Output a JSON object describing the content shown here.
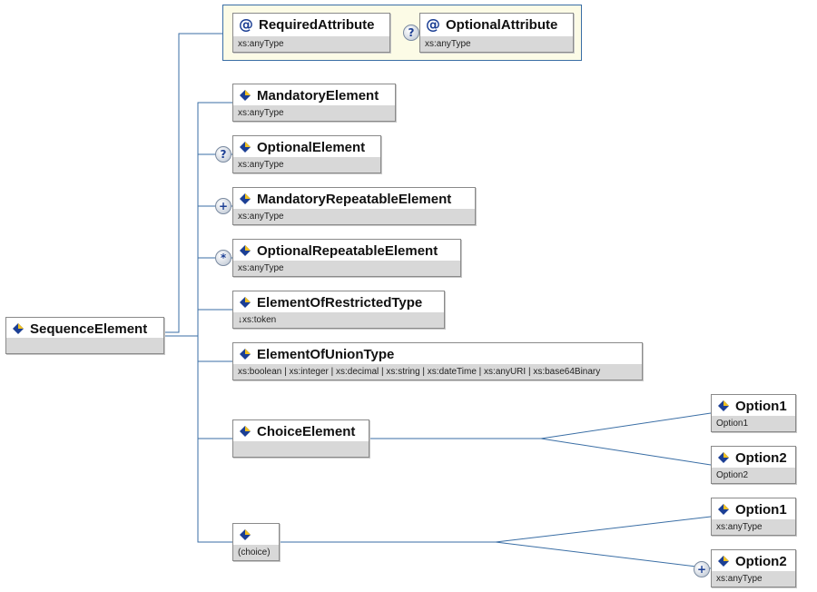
{
  "diagram": {
    "colors": {
      "connector": "#3a6ea5",
      "type_bar": "#d8d8d8",
      "attribute_panel": "#fcfbe6",
      "element_icon_blue": "#1c3f94",
      "element_icon_yellow": "#f0c020"
    },
    "root": {
      "name": "SequenceElement"
    },
    "attributes": [
      {
        "name": "RequiredAttribute",
        "type": "xs:anyType",
        "icon": "attribute-icon",
        "glyph": "@"
      },
      {
        "name": "OptionalAttribute",
        "type": "xs:anyType",
        "icon": "attribute-icon",
        "glyph": "@",
        "marker": "?"
      }
    ],
    "children": [
      {
        "name": "MandatoryElement",
        "type": "xs:anyType"
      },
      {
        "name": "OptionalElement",
        "type": "xs:anyType",
        "marker": "?"
      },
      {
        "name": "MandatoryRepeatableElement",
        "type": "xs:anyType",
        "marker": "+"
      },
      {
        "name": "OptionalRepeatableElement",
        "type": "xs:anyType",
        "marker": "*"
      },
      {
        "name": "ElementOfRestrictedType",
        "type": "↓xs:token"
      },
      {
        "name": "ElementOfUnionType",
        "type": "xs:boolean | xs:integer | xs:decimal | xs:string | xs:dateTime | xs:anyURI | xs:base64Binary"
      },
      {
        "name": "ChoiceElement",
        "type": ""
      },
      {
        "name": "",
        "type": "(choice)"
      }
    ],
    "choice_element_options": [
      {
        "name": "Option1",
        "type": "Option1"
      },
      {
        "name": "Option2",
        "type": "Option2"
      }
    ],
    "anonymous_choice_options": [
      {
        "name": "Option1",
        "type": "xs:anyType"
      },
      {
        "name": "Option2",
        "type": "xs:anyType",
        "marker": "+"
      }
    ]
  }
}
